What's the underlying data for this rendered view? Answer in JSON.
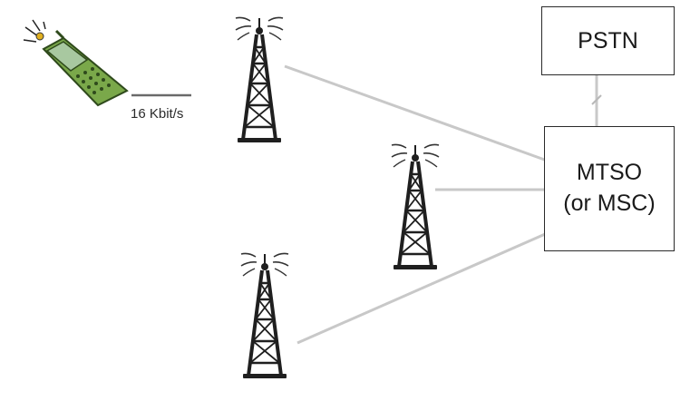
{
  "diagram": {
    "rate_label": "16 Kbit/s",
    "pstn_label": "PSTN",
    "mtso_line1": "MTSO",
    "mtso_line2": "(or MSC)",
    "colors": {
      "link": "#c8c8c8",
      "tower": "#1f1f1f",
      "box_border": "#2a2a2a",
      "phone_body": "#7aa84a",
      "phone_screen": "#a8c8a0",
      "signal": "#e0b020"
    },
    "icons": [
      "mobile-phone-icon",
      "cell-tower-icon"
    ]
  }
}
